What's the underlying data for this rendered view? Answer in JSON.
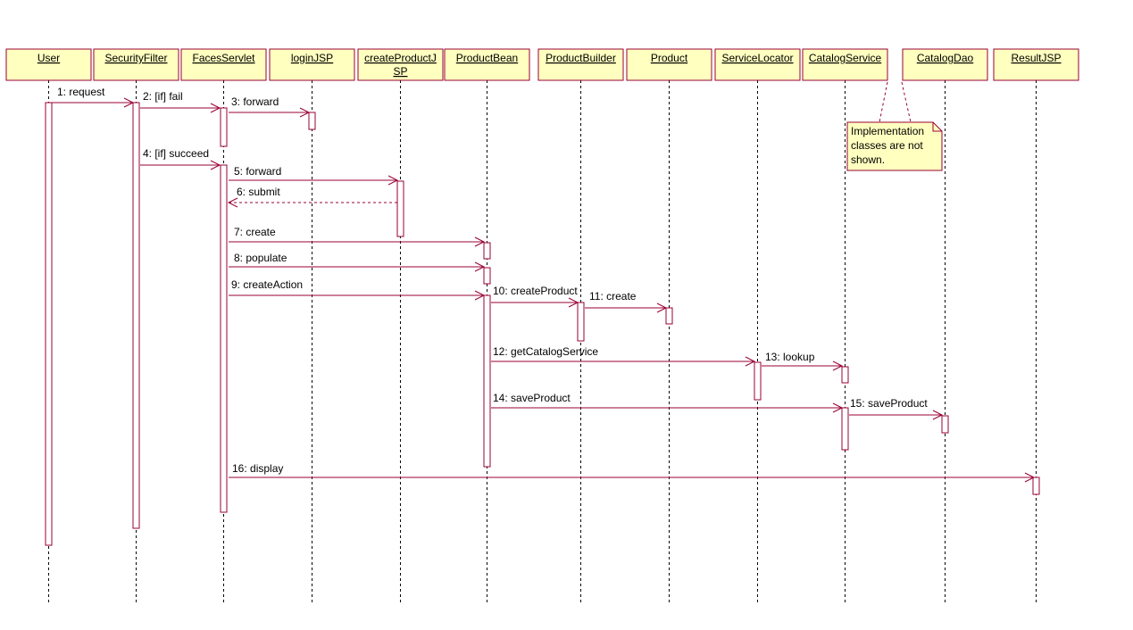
{
  "colors": {
    "participant_fill": "#ffffc0",
    "participant_border": "#990033",
    "line": "#990033",
    "lifeline": "#000000",
    "activation_fill": "#ffffff",
    "note_fill": "#ffffc0"
  },
  "participants": [
    {
      "id": "user",
      "label": "User"
    },
    {
      "id": "securityfilter",
      "label": "SecurityFilter"
    },
    {
      "id": "facesservlet",
      "label": "FacesServlet"
    },
    {
      "id": "loginjsp",
      "label": "loginJSP"
    },
    {
      "id": "createproductjsp",
      "label": "createProductJSP",
      "label_lines": [
        "createProductJ",
        "SP"
      ]
    },
    {
      "id": "productbean",
      "label": "ProductBean"
    },
    {
      "id": "productbuilder",
      "label": "ProductBuilder"
    },
    {
      "id": "product",
      "label": "Product"
    },
    {
      "id": "servicelocator",
      "label": "ServiceLocator"
    },
    {
      "id": "catalogservice",
      "label": "CatalogService"
    },
    {
      "id": "catalogdao",
      "label": "CatalogDao"
    },
    {
      "id": "resultjsp",
      "label": "ResultJSP"
    }
  ],
  "messages": [
    {
      "label": "1: request",
      "from": "user",
      "to": "securityfilter",
      "type": "call"
    },
    {
      "label": "2: [if] fail",
      "from": "securityfilter",
      "to": "facesservlet",
      "type": "call"
    },
    {
      "label": "3: forward",
      "from": "facesservlet",
      "to": "loginjsp",
      "type": "call"
    },
    {
      "label": "4: [if] succeed",
      "from": "securityfilter",
      "to": "facesservlet",
      "type": "call"
    },
    {
      "label": "5: forward",
      "from": "facesservlet",
      "to": "createproductjsp",
      "type": "call"
    },
    {
      "label": "6: submit",
      "from": "createproductjsp",
      "to": "facesservlet",
      "type": "return"
    },
    {
      "label": "7: create",
      "from": "facesservlet",
      "to": "productbean",
      "type": "call"
    },
    {
      "label": "8: populate",
      "from": "facesservlet",
      "to": "productbean",
      "type": "call"
    },
    {
      "label": "9: createAction",
      "from": "facesservlet",
      "to": "productbean",
      "type": "call"
    },
    {
      "label": "10: createProduct",
      "from": "productbean",
      "to": "productbuilder",
      "type": "call"
    },
    {
      "label": "11: create",
      "from": "productbuilder",
      "to": "product",
      "type": "call"
    },
    {
      "label": "12: getCatalogService",
      "from": "productbean",
      "to": "servicelocator",
      "type": "call"
    },
    {
      "label": "13: lookup",
      "from": "servicelocator",
      "to": "catalogservice",
      "type": "call"
    },
    {
      "label": "14: saveProduct",
      "from": "productbean",
      "to": "catalogservice",
      "type": "call"
    },
    {
      "label": "15: saveProduct",
      "from": "catalogservice",
      "to": "catalogdao",
      "type": "call"
    },
    {
      "label": "16: display",
      "from": "facesservlet",
      "to": "resultjsp",
      "type": "call"
    }
  ],
  "note": {
    "text": "Implementation classes are not shown.",
    "lines": [
      "Implementation",
      "classes are not",
      "shown."
    ]
  }
}
